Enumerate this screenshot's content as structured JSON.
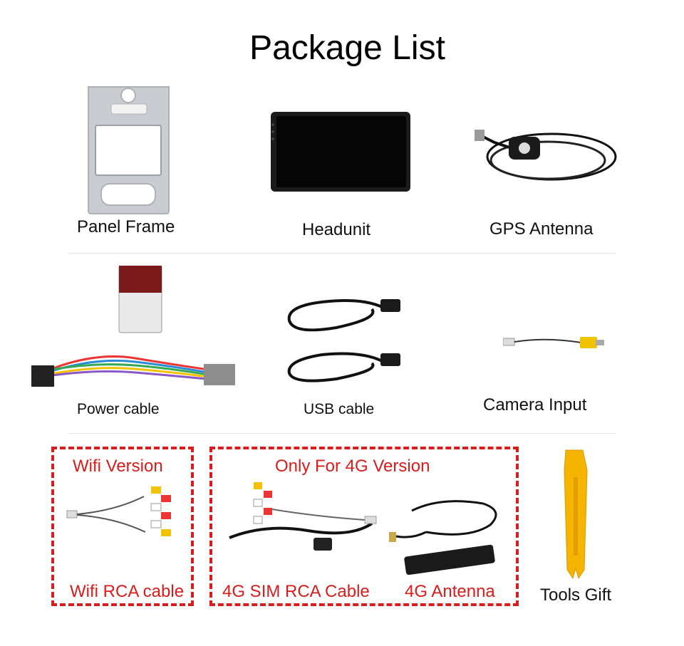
{
  "title": "Package List",
  "items": {
    "panel_frame": "Panel Frame",
    "headunit": "Headunit",
    "gps_antenna": "GPS Antenna",
    "power_cable": "Power cable",
    "usb_cable": "USB cable",
    "camera_input": "Camera Input",
    "tools_gift": "Tools Gift"
  },
  "wifi_box": {
    "heading": "Wifi Version",
    "item": "Wifi RCA cable"
  },
  "g4_box": {
    "heading": "Only For 4G Version",
    "item_rca": "4G SIM RCA Cable",
    "item_antenna": "4G Antenna"
  },
  "colors": {
    "accent_red": "#d91c1c",
    "tool_yellow": "#f5b400"
  }
}
